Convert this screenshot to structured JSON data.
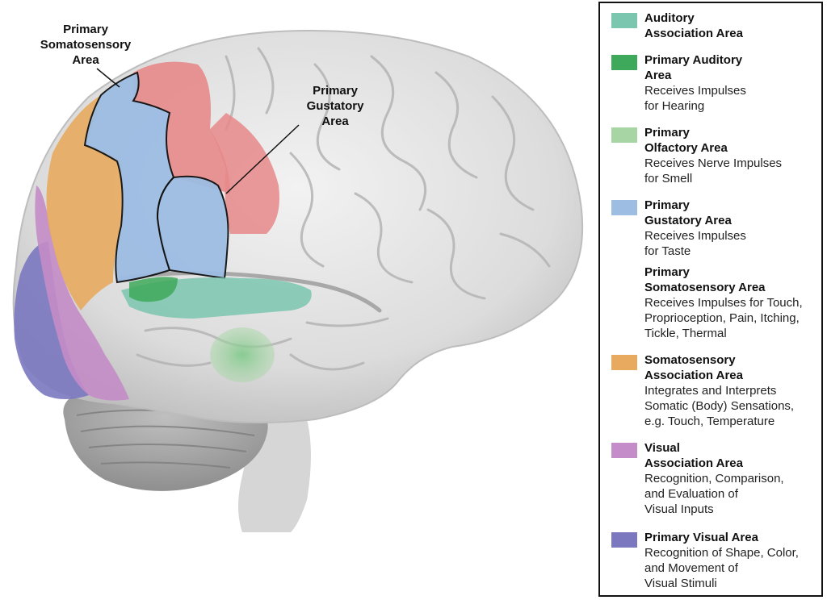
{
  "callouts": {
    "somatosensory": [
      "Primary",
      "Somatosensory",
      "Area"
    ],
    "gustatory": [
      "Primary",
      "Gustatory",
      "Area"
    ]
  },
  "colors": {
    "auditory_association": "#7ac6ae",
    "primary_auditory": "#3ea95b",
    "primary_olfactory": "#a7d6a4",
    "primary_gustatory": "#9dbde3",
    "primary_somatosensory": "#e7888a",
    "somatosensory_association": "#e8aa5f",
    "visual_association": "#c48cc8",
    "primary_visual": "#7b78c0"
  },
  "legend": [
    {
      "title": "Auditory\nAssociation Area",
      "desc": "",
      "color": "#7ac6ae"
    },
    {
      "title": "Primary Auditory\nArea",
      "desc": "Receives Impulses\nfor Hearing",
      "color": "#3ea95b"
    },
    {
      "title": "Primary\nOlfactory Area",
      "desc": "Receives Nerve Impulses\nfor Smell",
      "color": "#a7d6a4"
    },
    {
      "title": "Primary\nGustatory Area",
      "desc": "Receives Impulses\nfor Taste",
      "color": "#9dbde3"
    },
    {
      "title": "Primary\nSomatosensory Area",
      "desc": "Receives Impulses for Touch,\nProprioception, Pain, Itching,\nTickle, Thermal",
      "color": ""
    },
    {
      "title": "Somatosensory\nAssociation Area",
      "desc": "Integrates and Interprets\nSomatic (Body) Sensations,\ne.g. Touch, Temperature",
      "color": "#e8aa5f"
    },
    {
      "title": "Visual\nAssociation Area",
      "desc": "Recognition, Comparison,\nand Evaluation of\nVisual Inputs",
      "color": "#c48cc8"
    },
    {
      "title": "Primary Visual Area",
      "desc": "Recognition of Shape, Color,\nand Movement of\nVisual Stimuli",
      "color": "#7b78c0"
    }
  ]
}
